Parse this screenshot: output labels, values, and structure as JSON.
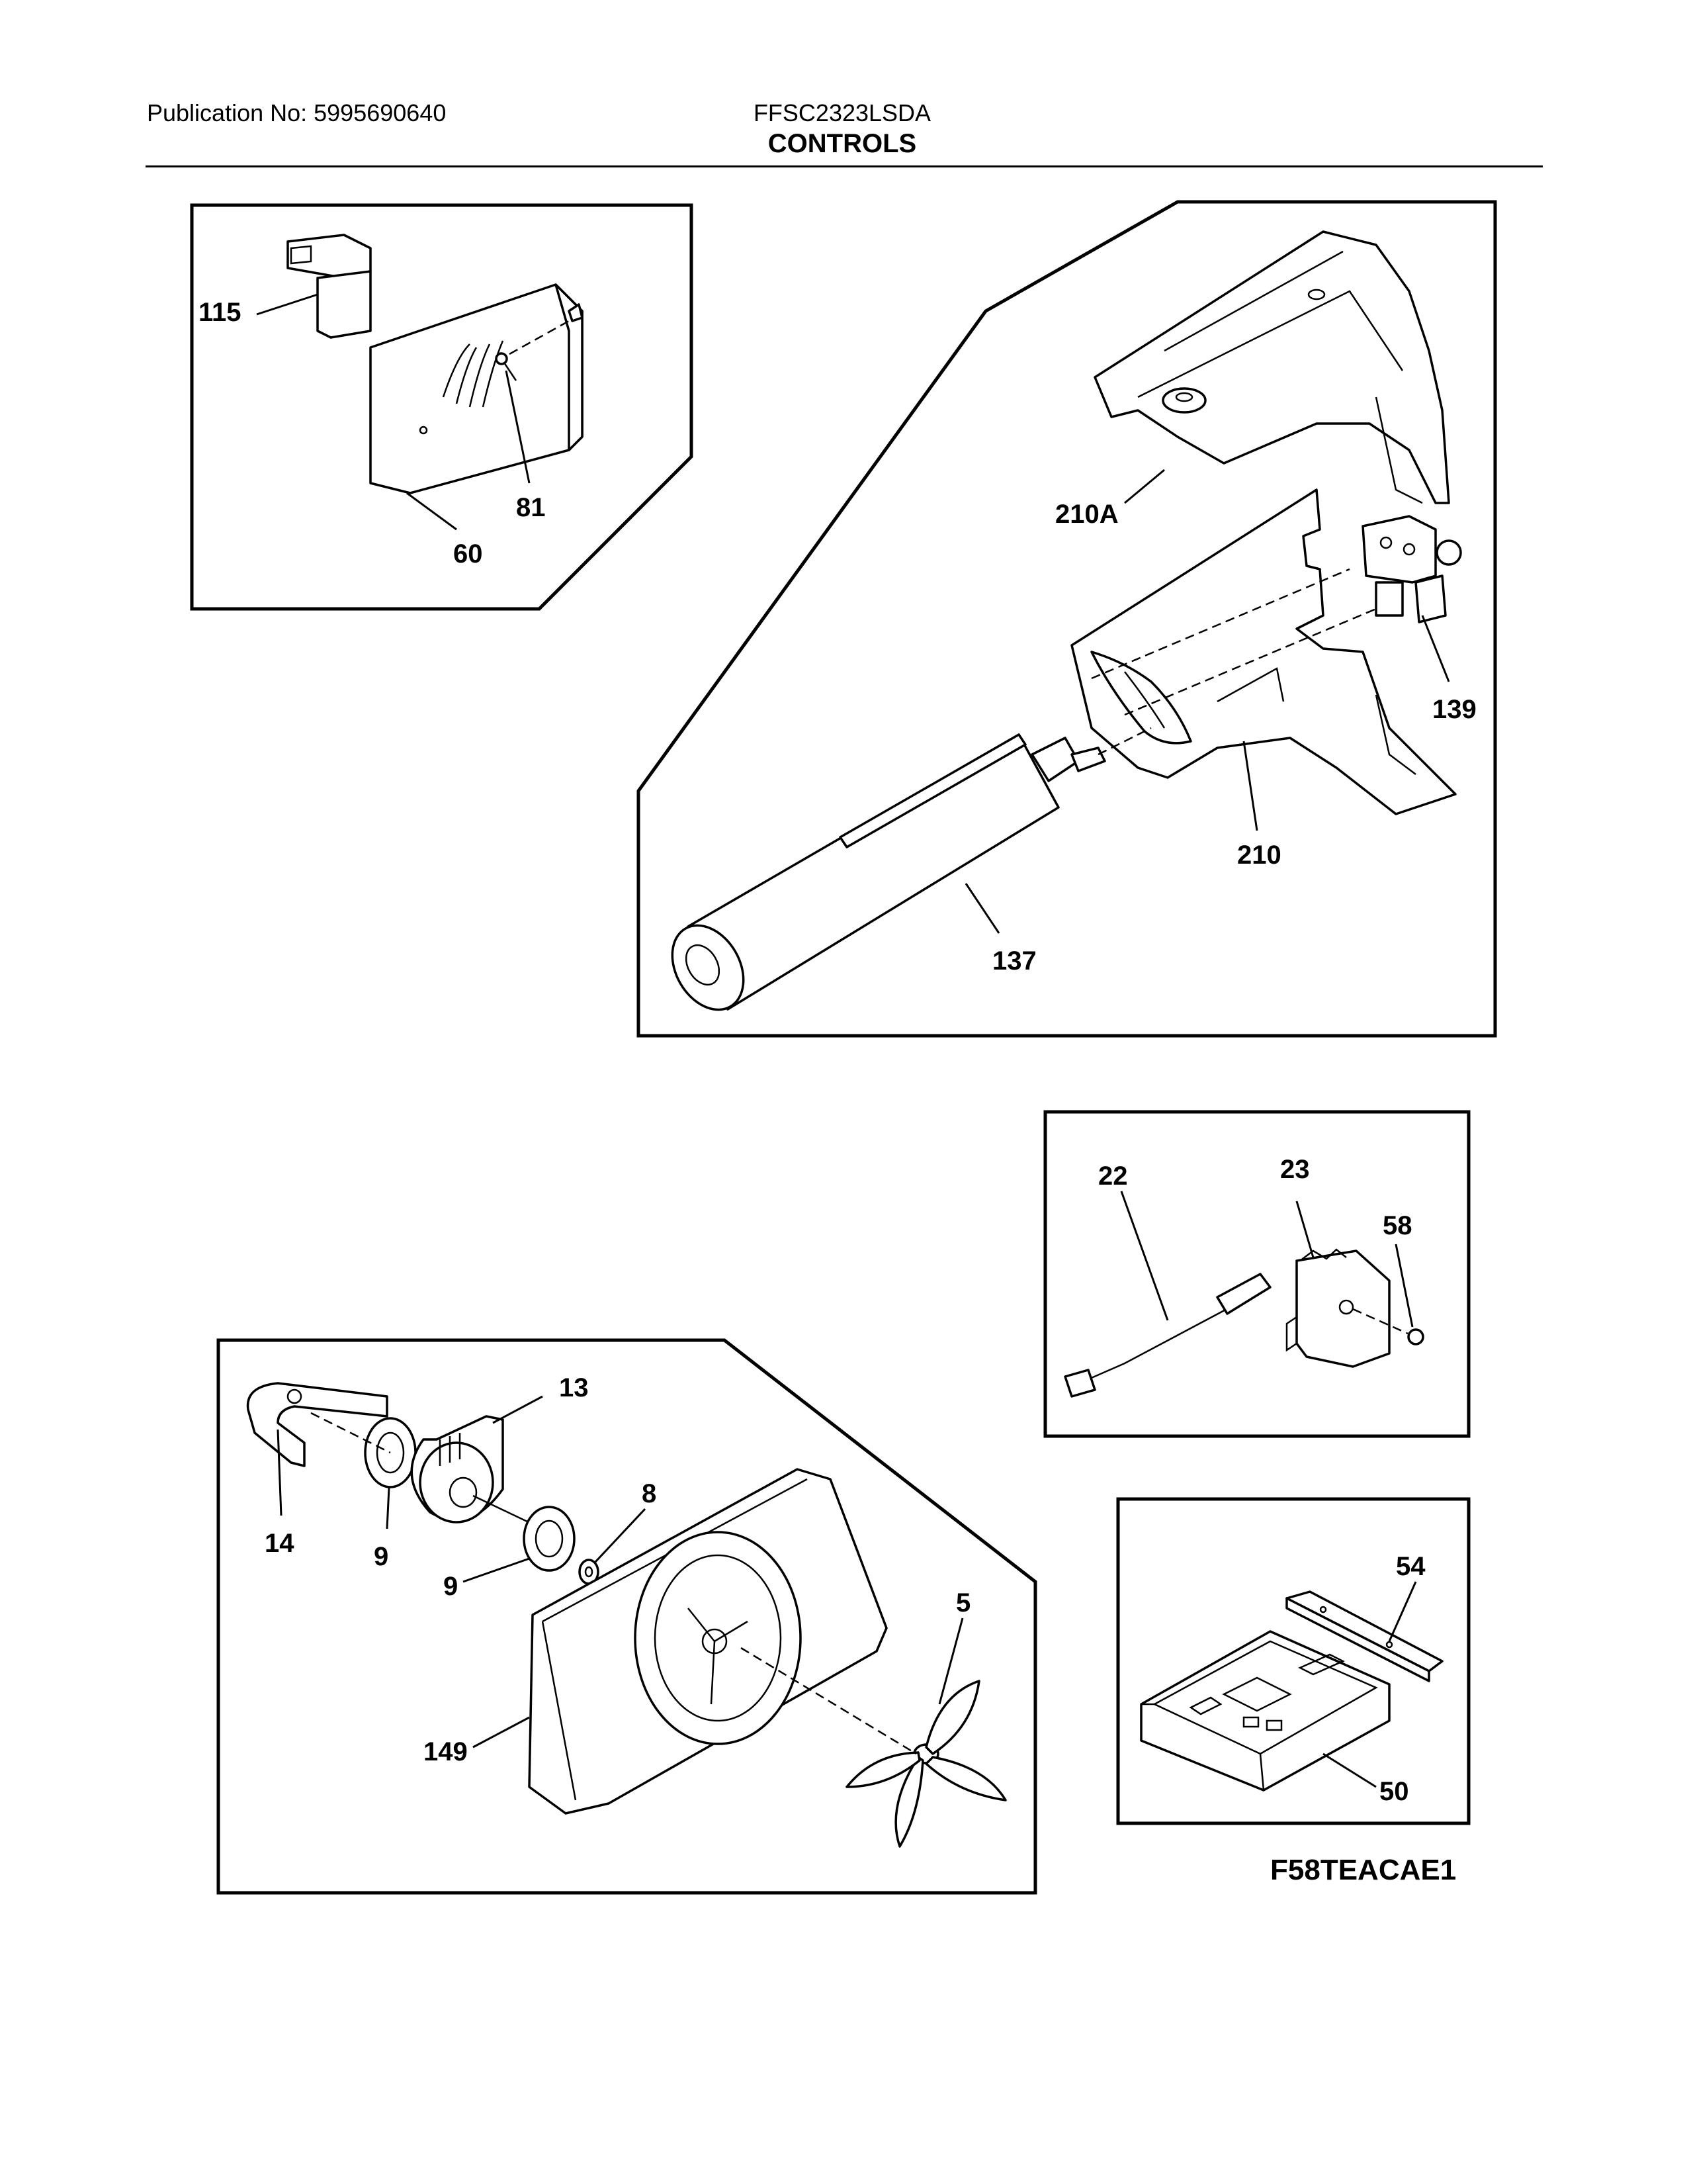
{
  "header": {
    "publication": "Publication No: 5995690640",
    "model": "FFSC2323LSDA",
    "title": "CONTROLS"
  },
  "callouts": {
    "c115": "115",
    "c81": "81",
    "c60": "60",
    "c210A": "210A",
    "c139": "139",
    "c210": "210",
    "c137": "137",
    "c22": "22",
    "c23": "23",
    "c58": "58",
    "c13": "13",
    "c14": "14",
    "c9a": "9",
    "c9b": "9",
    "c8": "8",
    "c5": "5",
    "c149": "149",
    "c54": "54",
    "c50": "50"
  },
  "figure_code": "F58TEACAE1"
}
